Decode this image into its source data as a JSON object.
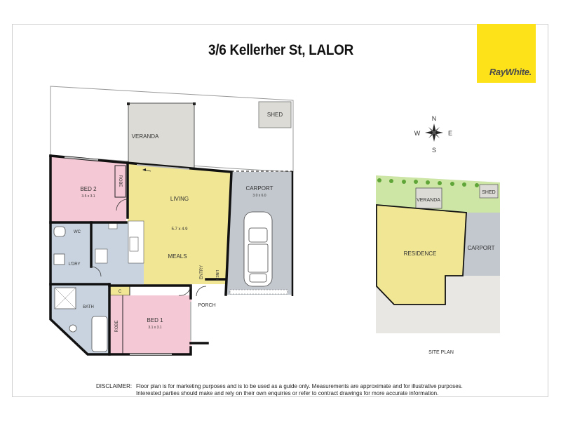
{
  "header": {
    "title": "3/6 Kellerher St, LALOR",
    "brand": "RayWhite."
  },
  "colors": {
    "bedroom": "#f5c8d5",
    "living": "#f0e694",
    "wet_area": "#c8d3df",
    "carport": "#c3c8cf",
    "veranda": "#dcdbd6",
    "garden": "#cde6a6",
    "yard": "#e8e7e4",
    "brand_yellow": "#fde21a"
  },
  "floor_plan": {
    "rooms": {
      "veranda": "VERANDA",
      "shed": "SHED",
      "bed2": "BED 2",
      "bed2_size": "3.5 x 3.1",
      "robe_top": "ROBE",
      "living": "LIVING",
      "living_size": "5.7 x 4.9",
      "meals": "MEALS",
      "carport": "CARPORT",
      "carport_size": "3.0 x 6.0",
      "wc": "WC",
      "laundry": "L'DRY",
      "bath": "BATH",
      "cupboard": "C",
      "robe_bed1": "ROBE",
      "bed1": "BED 1",
      "bed1_size": "3.1 x 3.1",
      "entry": "ENTRY",
      "linen": "LINEN",
      "porch": "PORCH"
    }
  },
  "compass": {
    "n": "N",
    "s": "S",
    "e": "E",
    "w": "W"
  },
  "site_plan": {
    "veranda": "VERANDA",
    "shed": "SHED",
    "residence": "RESIDENCE",
    "carport": "CARPORT",
    "caption": "SITE PLAN"
  },
  "disclaimer": {
    "label": "DISCLAIMER:",
    "line1": "Floor plan is for marketing purposes and is to be used as a guide only.  Measurements are approximate and for illustrative purposes.",
    "line2": "Interested parties should make and rely on their own enquiries or refer to contract drawings for more accurate information."
  }
}
